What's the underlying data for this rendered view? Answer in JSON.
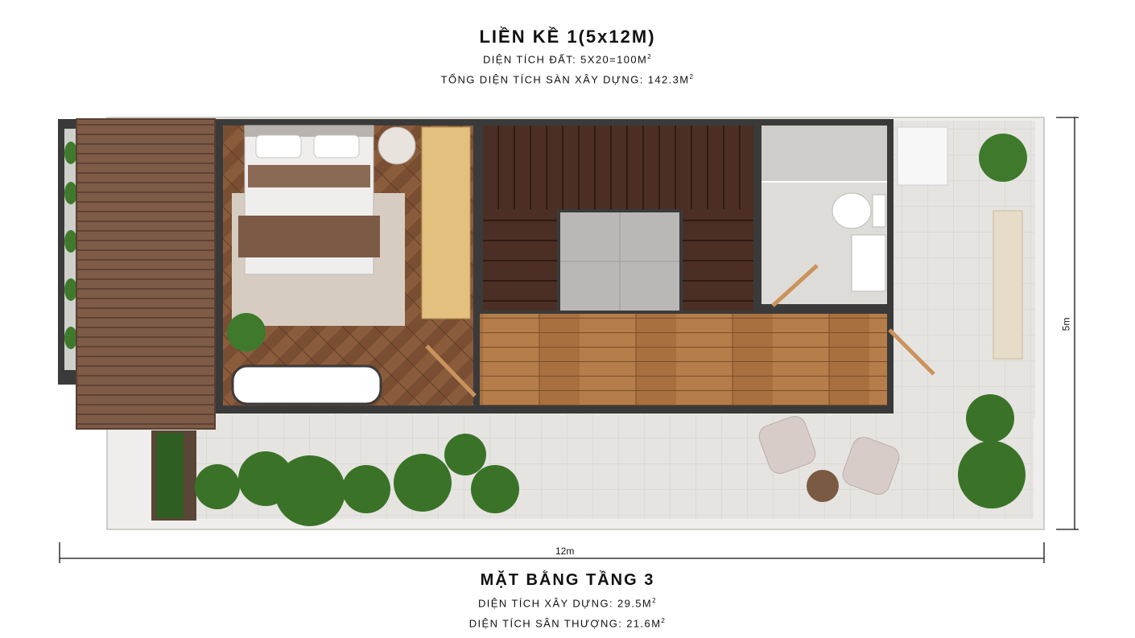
{
  "header": {
    "title": "LIỀN KỀ 1(5x12M)",
    "land_area_label": "DIỆN TÍCH ĐẤT: 5X20=100M",
    "land_area_sup": "2",
    "total_floor_label": "TỔNG DIỆN TÍCH SÀN XÂY DỰNG: 142.3M",
    "total_floor_sup": "2"
  },
  "footer": {
    "title": "MẶT BẰNG TẦNG 3",
    "build_area_label": "DIỆN TÍCH XÂY DỰNG: 29.5M",
    "build_area_sup": "2",
    "terrace_area_label": "DIỆN TÍCH SÂN THƯỢNG: 21.6M",
    "terrace_area_sup": "2"
  },
  "dimensions": {
    "width_label": "12m",
    "height_label": "5m"
  },
  "colors": {
    "wood_dark": "#4a3024",
    "wood_mid": "#8a5a36",
    "wood_light": "#b07a4a",
    "tile": "#e4e2df",
    "wall": "#3a3a3a",
    "roof": "#7a5a46",
    "plant": "#3f7a2c"
  }
}
